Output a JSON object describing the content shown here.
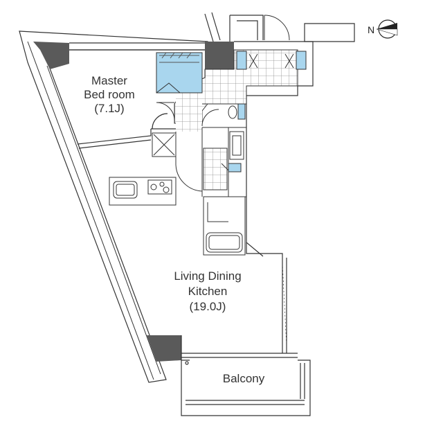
{
  "compass": {
    "label": "N",
    "icon": "north-arrow-icon"
  },
  "rooms": {
    "master_bedroom": {
      "line1": "Master",
      "line2": "Bed room",
      "line3": "(7.1J)"
    },
    "ldk": {
      "line1": "Living Dining",
      "line2": "Kitchen",
      "line3": "(19.0J)"
    },
    "balcony": {
      "line1": "Balcony"
    }
  },
  "colors": {
    "wall": "#555555",
    "column": "#5a5a5a",
    "line": "#333333",
    "fixture_fill": "#a9d6ee",
    "tile_grid": "#8a8a8a"
  }
}
